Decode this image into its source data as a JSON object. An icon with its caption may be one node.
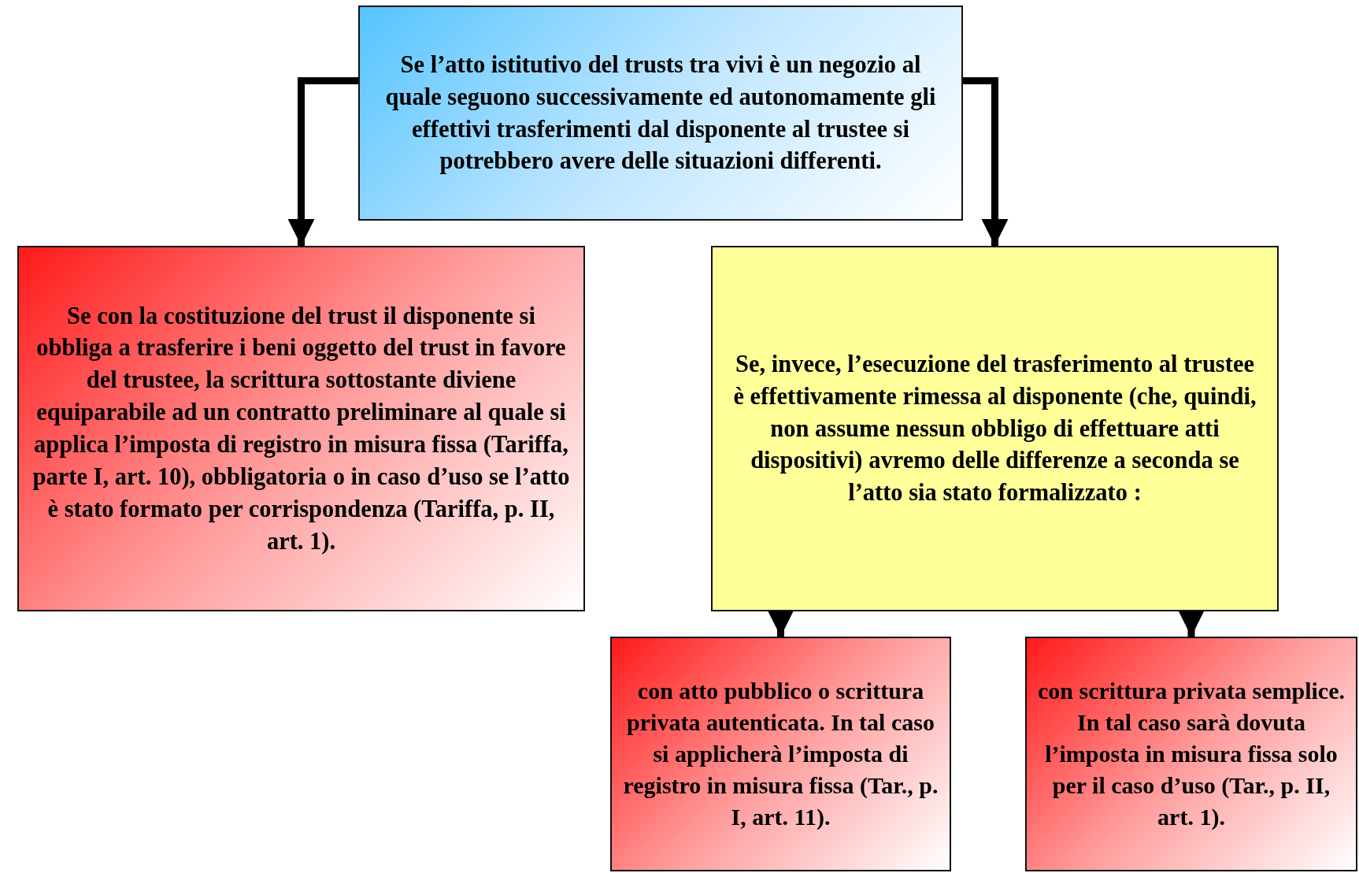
{
  "diagram": {
    "nodes": [
      {
        "text": [
          "Se l’atto istitutivo del trusts tra vivi è un negozio al quale seguono successivamente ed autonomamente gli effettivi trasferimenti dal disponente al trustee si potrebbero avere delle situazioni differenti."
        ]
      },
      {
        "text": [
          "Se con la costituzione del trust il disponente si obbliga a trasferire i beni oggetto del trust in favore del trustee, la scrittura sottostante diviene equiparabile ad un contratto preliminare al quale si applica l’imposta di registro in misura fissa (Tariffa, parte I, art. 10), obbligatoria o in caso d’uso se l’atto è stato formato per corrispondenza (Tariffa, p. II, art. 1)."
        ]
      },
      {
        "text": [
          "Se, invece, l’esecuzione del trasferimento al trustee è effettivamente rimessa al disponente (che, quindi, non assume nessun obbligo di effettuare atti dispositivi) avremo delle differenze a seconda se l’atto sia stato formalizzato :"
        ]
      },
      {
        "text": [
          "con atto pubblico o scrittura privata autenticata. In tal caso si applicherà l’imposta di registro in misura fissa (Tar., p. I, art. 11)."
        ]
      },
      {
        "text": [
          "con scrittura privata semplice. In tal caso sarà dovuta l’imposta in misura fissa solo per il caso d’uso (Tar., p. II, art. 1)."
        ]
      }
    ],
    "edges": [
      {
        "from": 0,
        "to": 1,
        "arrow": "to"
      },
      {
        "from": 0,
        "to": 2,
        "arrow": "to"
      },
      {
        "from": 2,
        "to": 3,
        "arrow": "to"
      },
      {
        "from": 2,
        "to": 4,
        "arrow": "to"
      }
    ]
  }
}
